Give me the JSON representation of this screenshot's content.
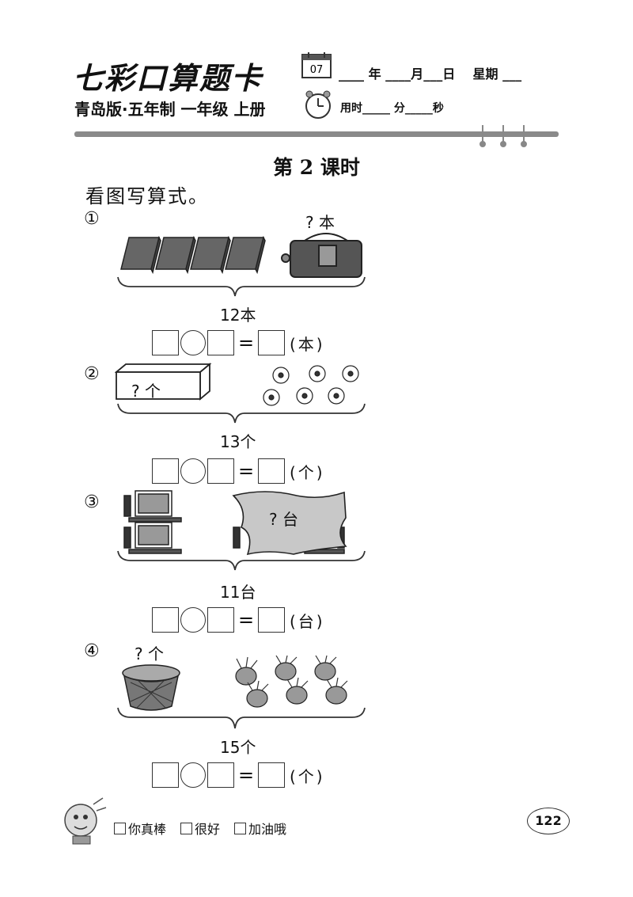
{
  "header": {
    "logo": "七彩口算题卡",
    "edition": "青岛版·五年制 一年级 上册",
    "calendar_day": "07",
    "date_fields": [
      "年",
      "月",
      "日",
      "星期"
    ],
    "time_label": "用时",
    "time_units": [
      "分",
      "秒"
    ]
  },
  "lesson_title": "第 2 课时",
  "instruction": "看图写算式。",
  "problems": [
    {
      "marker": "①",
      "question": "? 本",
      "total": "12本",
      "unit": "(本)"
    },
    {
      "marker": "②",
      "question": "? 个",
      "total": "13个",
      "unit": "(个)"
    },
    {
      "marker": "③",
      "question": "? 台",
      "total": "11台",
      "unit": "(台)"
    },
    {
      "marker": "④",
      "question": "? 个",
      "total": "15个",
      "unit": "(个)"
    }
  ],
  "footer": {
    "options": [
      "你真棒",
      "很好",
      "加油哦"
    ],
    "page_number": "122"
  }
}
